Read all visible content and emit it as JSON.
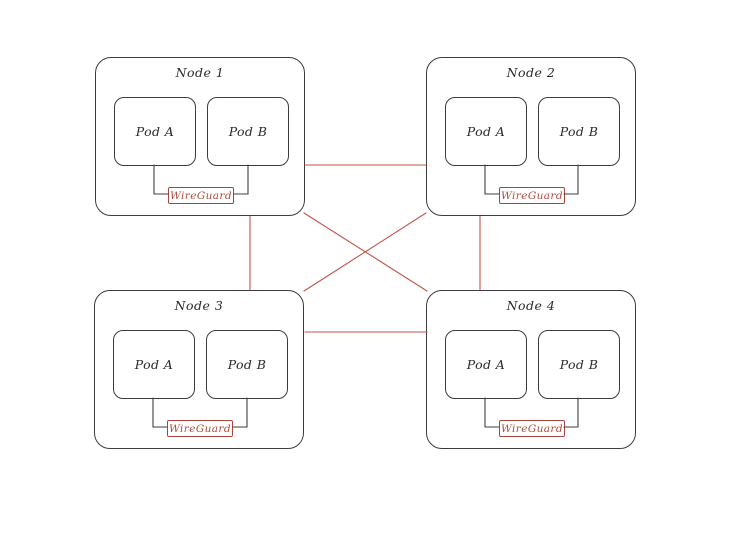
{
  "diagram": {
    "type": "network-topology",
    "background": "#ffffff",
    "colors": {
      "shape_border": "#3c3c3c",
      "text": "#2b2b2b",
      "wireguard_accent": "#a9443c",
      "mesh_line": "#c0564a"
    },
    "nodes": [
      {
        "id": "node-1",
        "title": "Node 1",
        "pods": [
          {
            "label": "Pod A"
          },
          {
            "label": "Pod B"
          }
        ],
        "gateway_label": "WireGuard"
      },
      {
        "id": "node-2",
        "title": "Node 2",
        "pods": [
          {
            "label": "Pod A"
          },
          {
            "label": "Pod B"
          }
        ],
        "gateway_label": "WireGuard"
      },
      {
        "id": "node-3",
        "title": "Node 3",
        "pods": [
          {
            "label": "Pod A"
          },
          {
            "label": "Pod B"
          }
        ],
        "gateway_label": "WireGuard"
      },
      {
        "id": "node-4",
        "title": "Node 4",
        "pods": [
          {
            "label": "Pod A"
          },
          {
            "label": "Pod B"
          }
        ],
        "gateway_label": "WireGuard"
      }
    ],
    "connections": [
      {
        "from": "Node 1",
        "to": "Node 2"
      },
      {
        "from": "Node 1",
        "to": "Node 3"
      },
      {
        "from": "Node 1",
        "to": "Node 4"
      },
      {
        "from": "Node 2",
        "to": "Node 3"
      },
      {
        "from": "Node 2",
        "to": "Node 4"
      },
      {
        "from": "Node 3",
        "to": "Node 4"
      }
    ]
  }
}
